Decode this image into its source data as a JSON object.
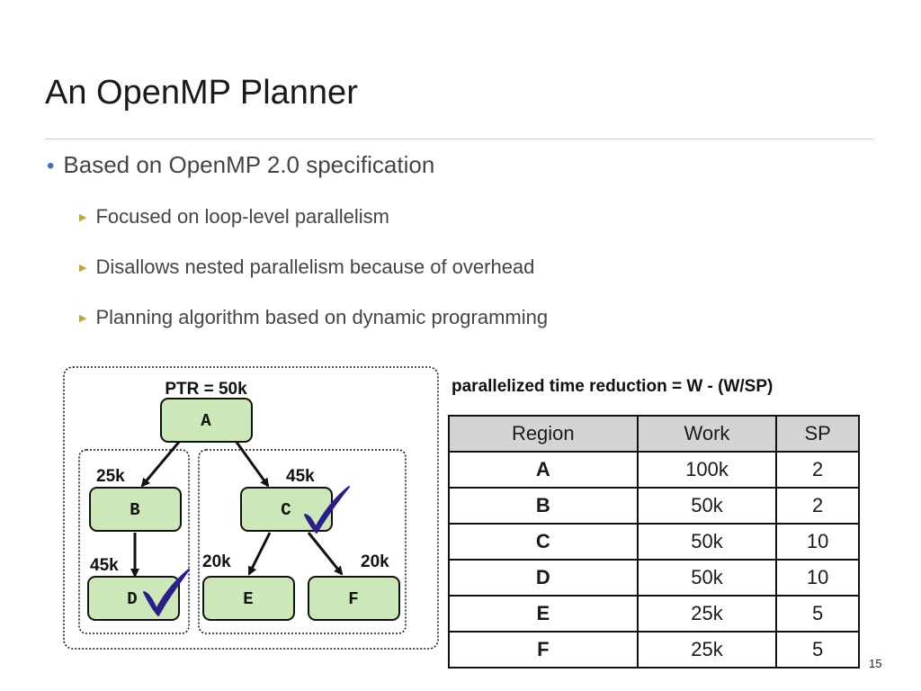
{
  "slide": {
    "title": "An OpenMP Planner",
    "bullets": [
      "Based on OpenMP 2.0 specification",
      "Focused on loop-level parallelism",
      "Disallows nested parallelism because of overhead",
      "Planning algorithm based on dynamic programming"
    ],
    "page_number": "15"
  },
  "diagram": {
    "ptr_label": "PTR = 50k",
    "nodes": {
      "a": "A",
      "b": "B",
      "c": "C",
      "d": "D",
      "e": "E",
      "f": "F"
    },
    "edge_labels": {
      "a_b": "25k",
      "a_c": "45k",
      "b_d": "45k",
      "c_e": "20k",
      "c_f": "20k"
    },
    "node_fill": "#cde8b8",
    "checkmark_color": "#2a1e8a"
  },
  "formula": "parallelized time reduction = W - (W/SP)",
  "table": {
    "headers": [
      "Region",
      "Work",
      "SP"
    ],
    "rows": [
      [
        "A",
        "100k",
        "2"
      ],
      [
        "B",
        "50k",
        "2"
      ],
      [
        "C",
        "50k",
        "10"
      ],
      [
        "D",
        "50k",
        "10"
      ],
      [
        "E",
        "25k",
        "5"
      ],
      [
        "F",
        "25k",
        "5"
      ]
    ]
  }
}
